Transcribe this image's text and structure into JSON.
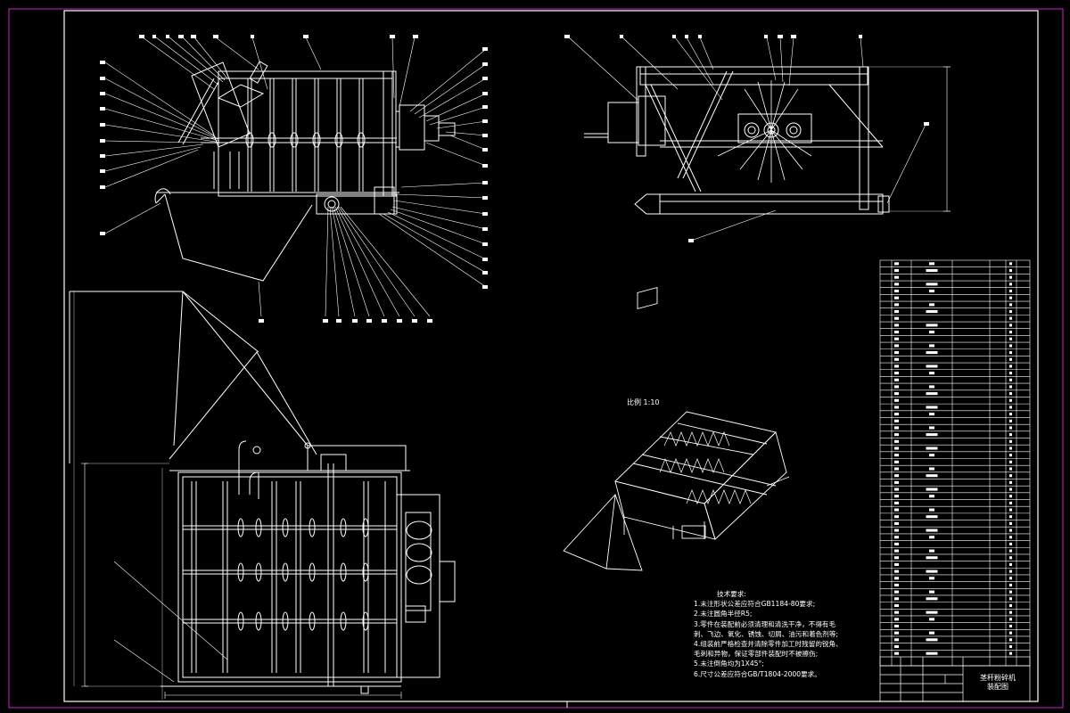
{
  "drawing": {
    "scale_note": "比例 1:10",
    "tech_requirements_title": "技术要求:",
    "tech_requirements": [
      "1.未注形状公差应符合GB1184-80要求;",
      "2.未注圆角半径R5;",
      "3.零件在装配前必须清理和清洗干净，不得有毛",
      "刺、飞边、氧化、锈蚀、切屑、油污和着色剂等;",
      "4.组装前严格检查并清除零件加工时残留的锐角、",
      "毛刺和异物，保证零部件装配时不被擦伤;",
      "5.未注倒角均为1X45°;",
      "6.尺寸公差应符合GB/T1804-2000要求。"
    ],
    "title_block": {
      "name_line1": "茎秆粉碎机",
      "name_line2": "装配图"
    }
  },
  "colors": {
    "background": "#000000",
    "lines": "#ffffff",
    "frame": "#cc22cc"
  }
}
